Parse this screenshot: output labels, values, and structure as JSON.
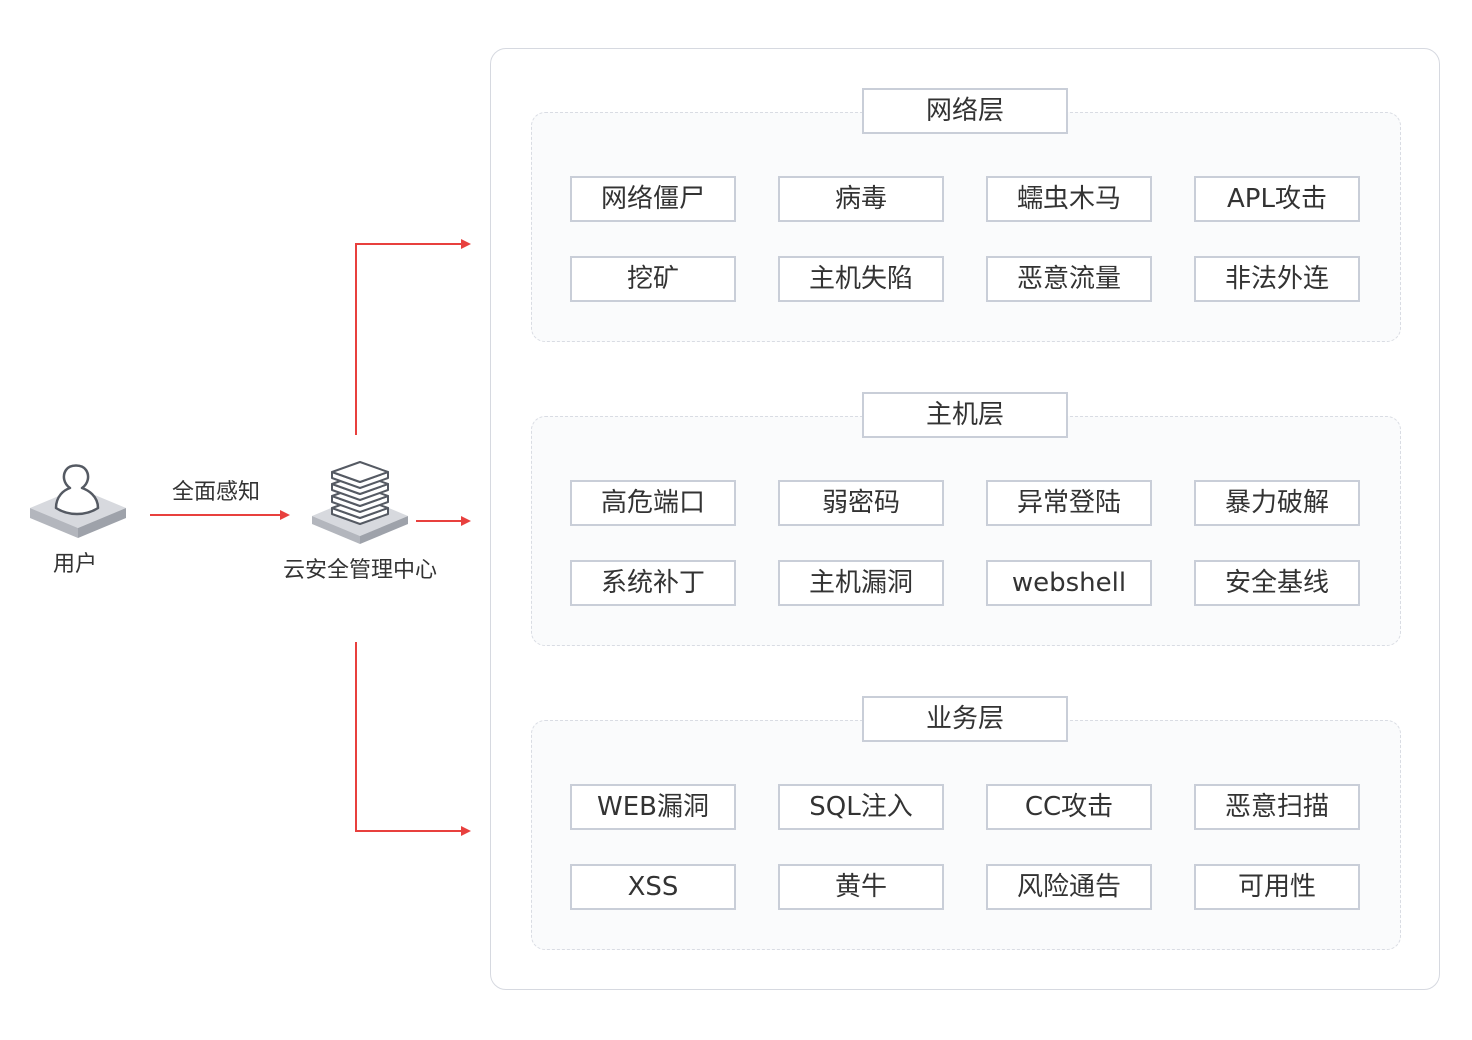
{
  "user": {
    "label": "用户"
  },
  "flow": {
    "label": "全面感知"
  },
  "center": {
    "label": "云安全管理中心"
  },
  "layers": [
    {
      "title": "网络层",
      "items": [
        "网络僵尸",
        "病毒",
        "蠕虫木马",
        "APL攻击",
        "挖矿",
        "主机失陷",
        "恶意流量",
        "非法外连"
      ]
    },
    {
      "title": "主机层",
      "items": [
        "高危端口",
        "弱密码",
        "异常登陆",
        "暴力破解",
        "系统补丁",
        "主机漏洞",
        "webshell",
        "安全基线"
      ]
    },
    {
      "title": "业务层",
      "items": [
        "WEB漏洞",
        "SQL注入",
        "CC攻击",
        "恶意扫描",
        "XSS",
        "黄牛",
        "风险通告",
        "可用性"
      ]
    }
  ],
  "colors": {
    "arrow": "#e8403e",
    "border": "#c9ced8",
    "dashed": "#d9dce3"
  }
}
